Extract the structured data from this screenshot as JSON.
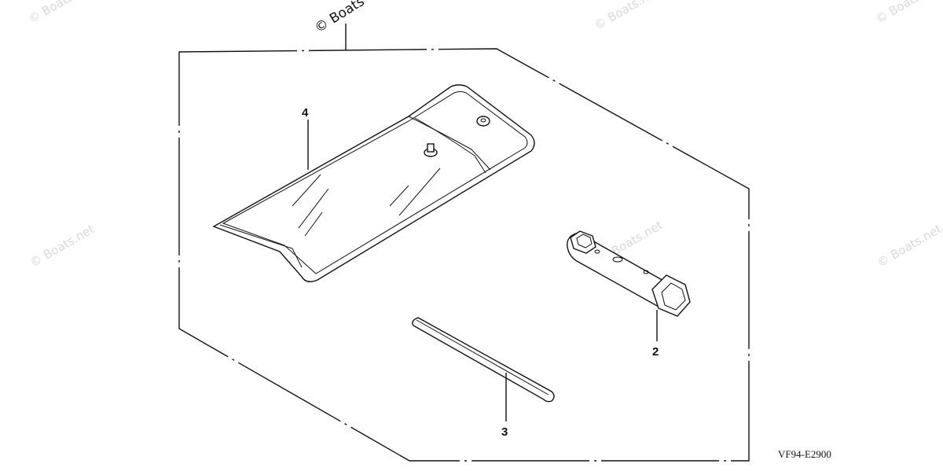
{
  "diagram": {
    "figure_code": "VF94-E2900",
    "watermark_text": "© Boats.net",
    "watermark_top_text": "© Boats",
    "callouts": {
      "tool_bag": "4",
      "plug_wrench": "2",
      "rod": "3"
    },
    "parts": [
      {
        "callout": "4",
        "icon": "tool-bag-icon"
      },
      {
        "callout": "2",
        "icon": "spark-plug-wrench-icon"
      },
      {
        "callout": "3",
        "icon": "handle-rod-icon"
      }
    ],
    "colors": {
      "line": "#111111",
      "watermark": "#d9d9d9",
      "background": "#ffffff"
    }
  }
}
